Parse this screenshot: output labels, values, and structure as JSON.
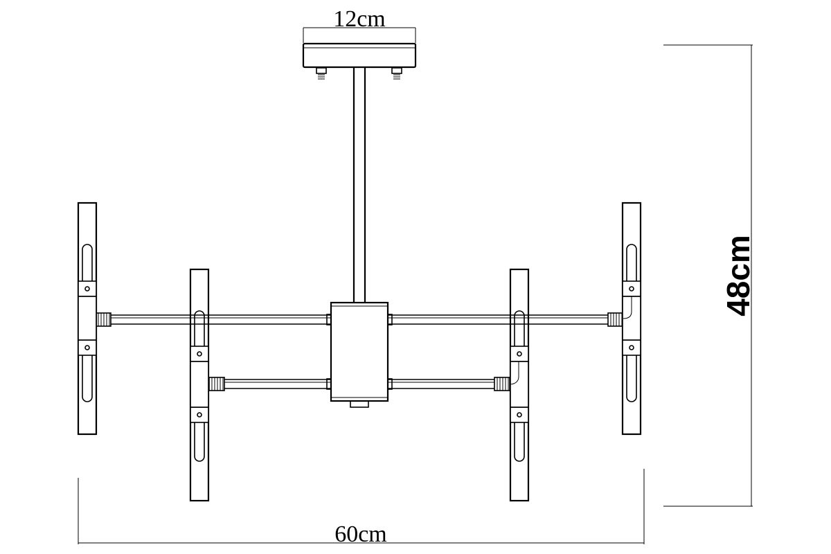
{
  "dimensions": {
    "canopy_width": "12cm",
    "total_width": "60cm",
    "total_height": "48cm"
  }
}
